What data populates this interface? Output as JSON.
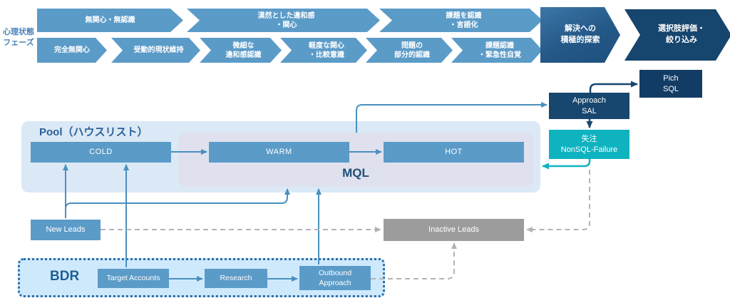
{
  "phase_bar": {
    "axis_label": "心理状態\nフェーズ",
    "row1_segments": [
      "無関心・無認識",
      "漠然とした違和感\n・関心",
      "課題を認識\n・言語化"
    ],
    "row2_segments": [
      "完全無関心",
      "受動的現状維持",
      "微細な\n違和感認識",
      "軽度な関心\n・比較意識",
      "問題の\n部分的認識",
      "課題認識\n・緊急性自覚"
    ],
    "explore_stage": "解決への\n積極的探索",
    "evaluate_stage": "選択肢評価・\n絞り込み"
  },
  "pool": {
    "label": "Pool（ハウスリスト）",
    "cold": "COLD",
    "mql": {
      "label": "MQL",
      "warm": "WARM",
      "hot": "HOT"
    }
  },
  "right_column": {
    "approach_sal": "Approach\nSAL",
    "pich_sql": "Pich\nSQL",
    "lost": "失注\nNonSQL-Failure"
  },
  "leads": {
    "new_leads": "New Leads",
    "inactive_leads": "Inactive Leads"
  },
  "bdr": {
    "label": "BDR",
    "target_accounts": "Target Accounts",
    "research": "Research",
    "outbound_approach": "Outbound\nApproach"
  },
  "colors": {
    "chevron_blue": "#5b9bc8",
    "dark_navy": "#17466e",
    "navy_deep": "#123c64",
    "teal": "#0fb3c0",
    "gray_box": "#9c9c9c",
    "pool_bg": "#dbe9f6",
    "mql_bg": "#dfe1ee",
    "bdr_bg": "#cfe9fc",
    "bdr_border": "#2a6da8",
    "arrow_blue": "#4a90c0",
    "dashed_gray": "#b3b3b3",
    "label_navy": "#1f4e79"
  }
}
